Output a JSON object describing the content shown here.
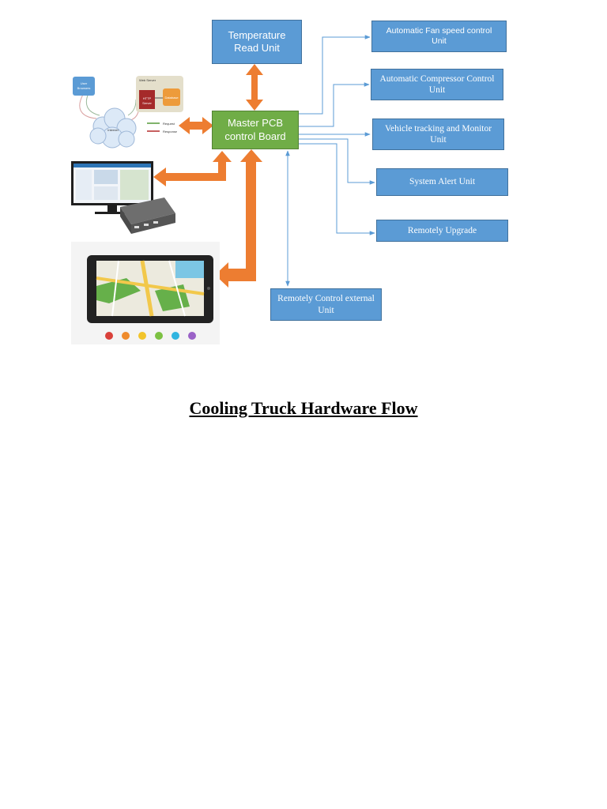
{
  "colors": {
    "box_blue": "#5b9bd5",
    "box_border": "#41719c",
    "master_green": "#70ad47",
    "arrow_orange": "#ed7d31",
    "connector_blue": "#5b9bd5"
  },
  "units": {
    "temperature": [
      "Temperature",
      "Read Unit"
    ],
    "master": [
      "Master PCB",
      "control Board"
    ],
    "fan": [
      "Automatic Fan speed control",
      "Unit"
    ],
    "compressor": [
      "Automatic Compressor Control",
      "Unit"
    ],
    "tracking": [
      "Vehicle tracking and Monitor",
      "Unit"
    ],
    "alert": [
      "System Alert Unit"
    ],
    "upgrade": [
      "Remotely Upgrade"
    ],
    "external": [
      "Remotely Control external",
      "Unit"
    ]
  },
  "network": {
    "user": [
      "User",
      "Browsers"
    ],
    "internet": "Internet",
    "webserver": "Web Server",
    "http": [
      "HTTP",
      "Server"
    ],
    "database": "Database",
    "request": "Request",
    "response": "Response"
  },
  "title": "Cooling Truck Hardware Flow"
}
